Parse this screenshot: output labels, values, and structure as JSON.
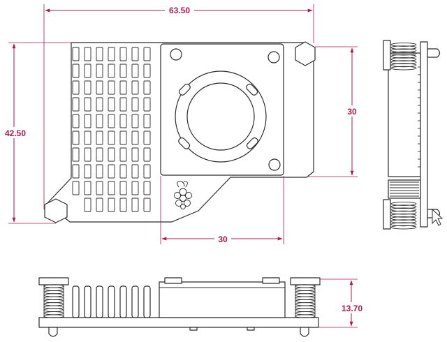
{
  "dimensions": {
    "overall_width": "63.50",
    "overall_height": "42.50",
    "fan_plate_height": "30",
    "fan_plate_width": "30",
    "thickness": "13.70"
  },
  "colors": {
    "dimension": "#b0174f",
    "outline": "#2b2b2b",
    "background": "#ffffff"
  },
  "views": {
    "top": "top-view",
    "side": "side-view",
    "front": "front-view"
  },
  "icons": [
    "raspberry-logo-icon",
    "cursor-icon"
  ]
}
